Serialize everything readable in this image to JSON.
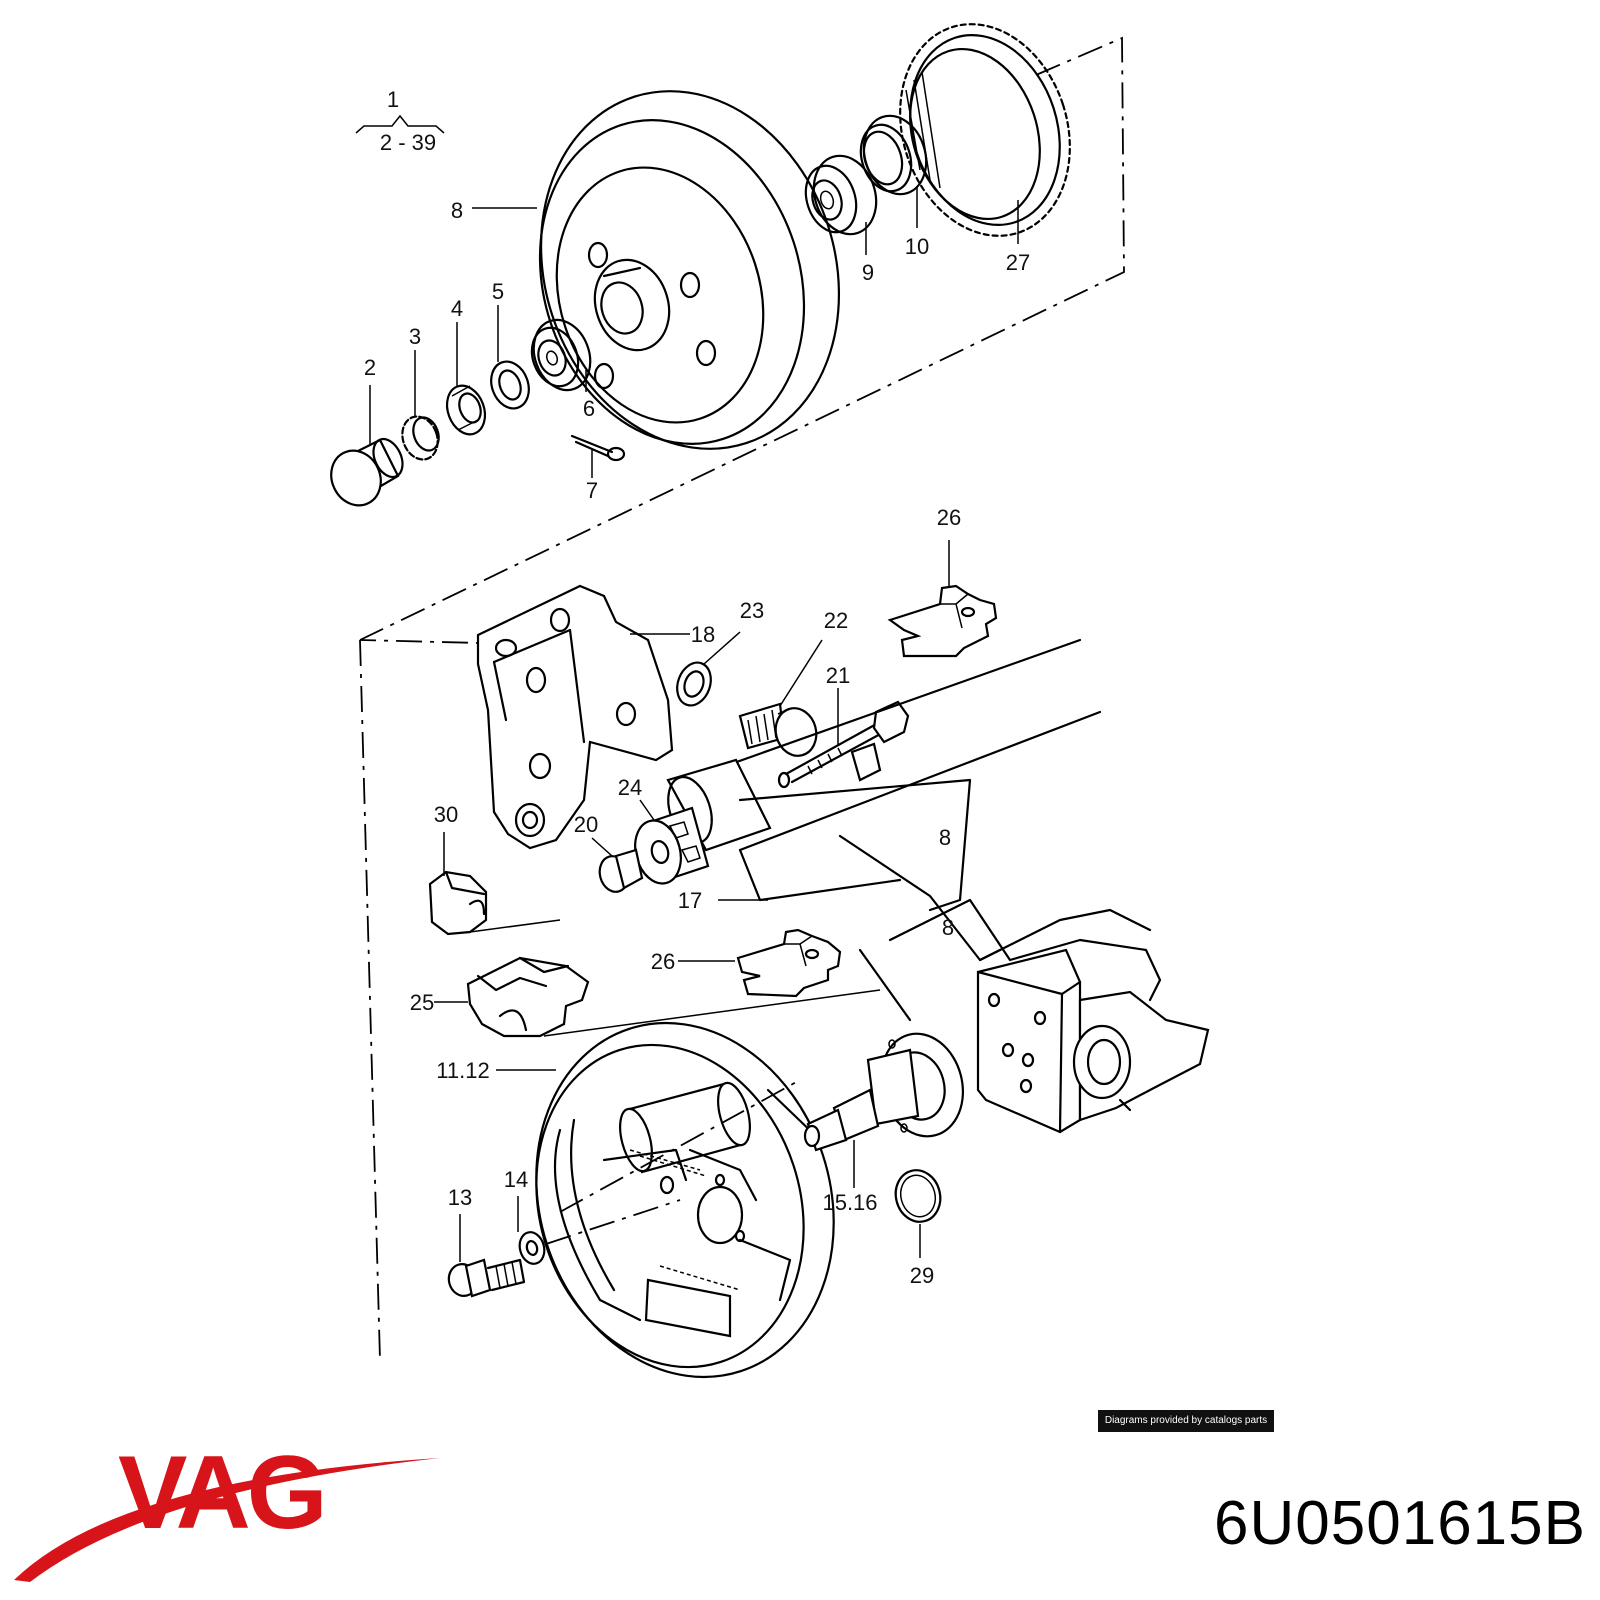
{
  "diagram": {
    "labels": {
      "l1": "1",
      "l2_39": "2 - 39",
      "l2": "2",
      "l3": "3",
      "l4": "4",
      "l5": "5",
      "l6": "6",
      "l7": "7",
      "l8": "8",
      "l9": "9",
      "l10": "10",
      "l27": "27",
      "l26a": "26",
      "l18": "18",
      "l23": "23",
      "l22": "22",
      "l21": "21",
      "l24": "24",
      "l30": "30",
      "l20": "20",
      "l17": "17",
      "l26b": "26",
      "l25": "25",
      "l11_12": "11.12",
      "l13": "13",
      "l14": "14",
      "l15_16": "15.16",
      "l29": "29",
      "axle_mark_a": "8",
      "axle_mark_b": "8"
    }
  },
  "footer": {
    "credit": "Diagrams provided by catalogs parts",
    "brand": "VAG",
    "brand_color": "#d7141a",
    "part_number": "6U0501615B"
  }
}
